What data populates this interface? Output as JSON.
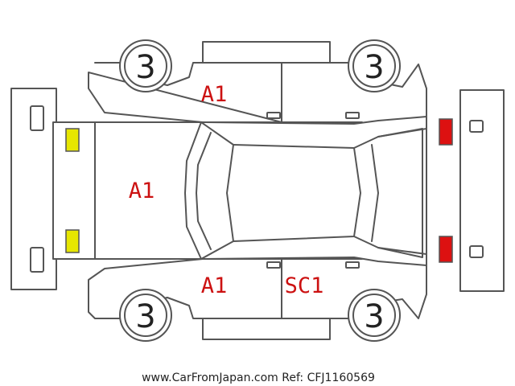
{
  "wheels": {
    "front_left": "3",
    "front_right": "3",
    "rear_left": "3",
    "rear_right": "3"
  },
  "damage_marks": {
    "hood": "A1",
    "front_left_door_top": "A1",
    "front_left_door_bottom": "A1",
    "rear_door_bottom": "SC1"
  },
  "lights": {
    "front_color": "#e6e600",
    "rear_color": "#dd1111"
  },
  "footer": "www.CarFromJapan.com Ref: CFJ1160569"
}
